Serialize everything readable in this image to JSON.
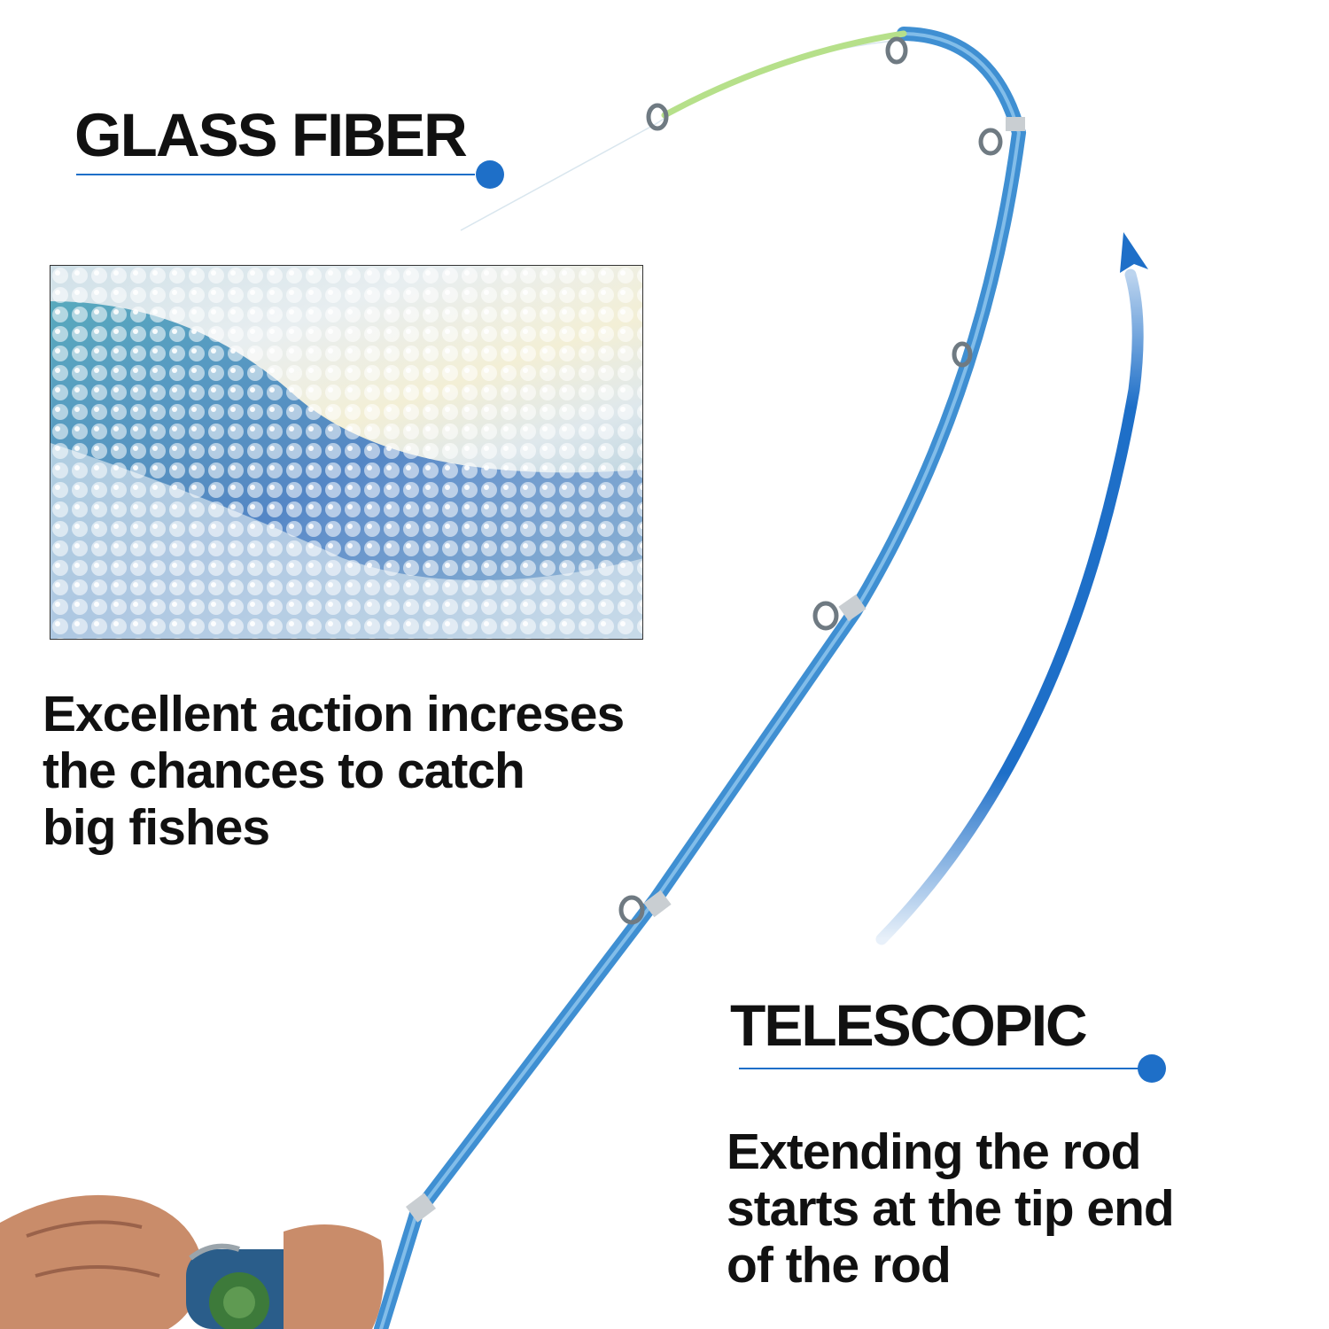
{
  "features": [
    {
      "title": "GLASS FIBER",
      "lines": [
        "Excellent action increses",
        "the chances to catch",
        "big fishes"
      ]
    },
    {
      "title": "TELESCOPIC",
      "lines": [
        "Extending the rod",
        "starts at the tip end",
        "of the rod"
      ]
    }
  ],
  "colors": {
    "accent": "#1e6fc8",
    "rod": "#3f8fd2",
    "text": "#111111"
  },
  "icons": {
    "arrow": "curved-arrow-icon"
  }
}
